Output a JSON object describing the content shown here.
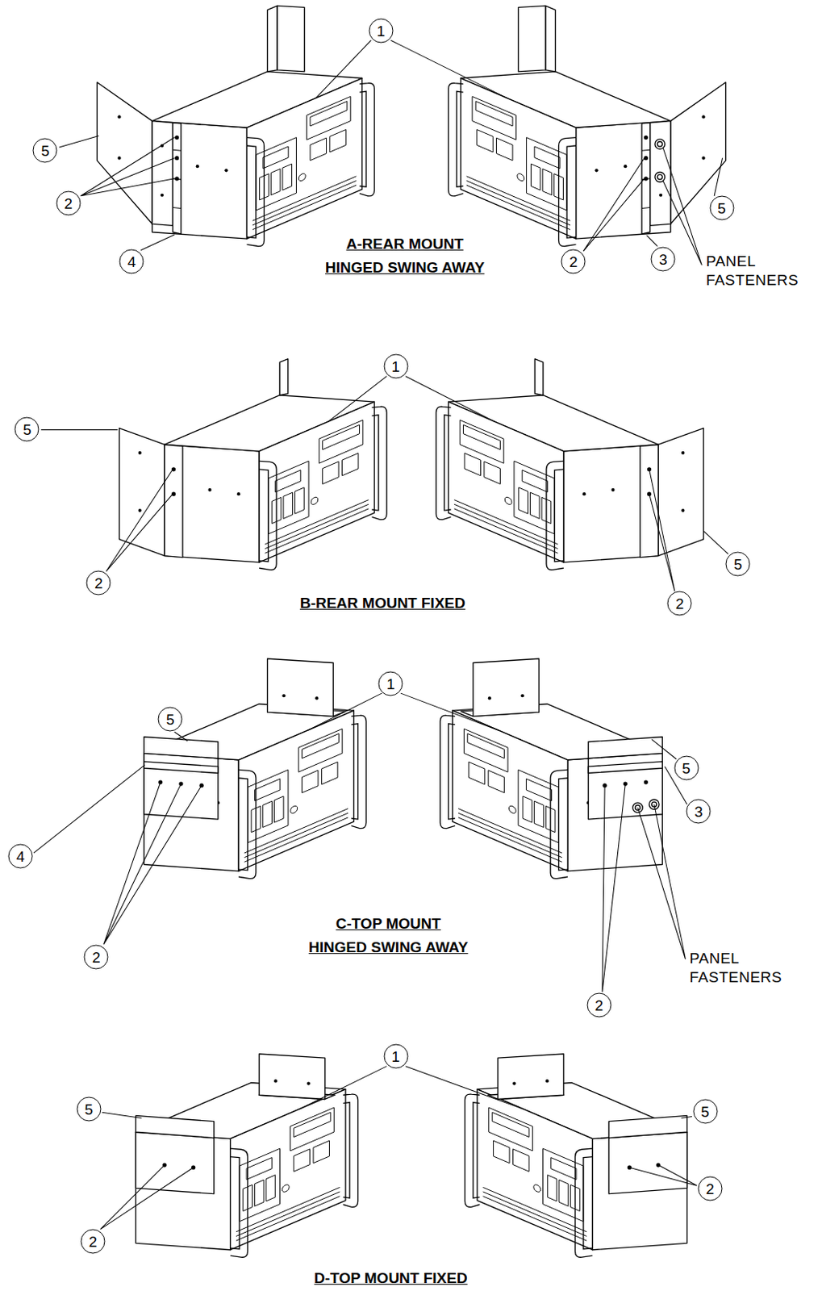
{
  "diagram": {
    "labels": [
      "1",
      "5",
      "2",
      "4",
      "A-REAR MOUNT HINGED SWING AWAY",
      "5",
      "2",
      "3",
      "PANEL FASTENERS",
      "1",
      "5",
      "2",
      "5",
      "2",
      "B-REAR MOUNT FIXED",
      "1",
      "5",
      "4",
      "2",
      "C-TOP MOUNT HINGED SWING AWAY",
      "5",
      "3",
      "PANEL FASTENERS",
      "2",
      "1",
      "5",
      "5",
      "2",
      "2",
      "D-TOP MOUNT FIXED"
    ]
  }
}
